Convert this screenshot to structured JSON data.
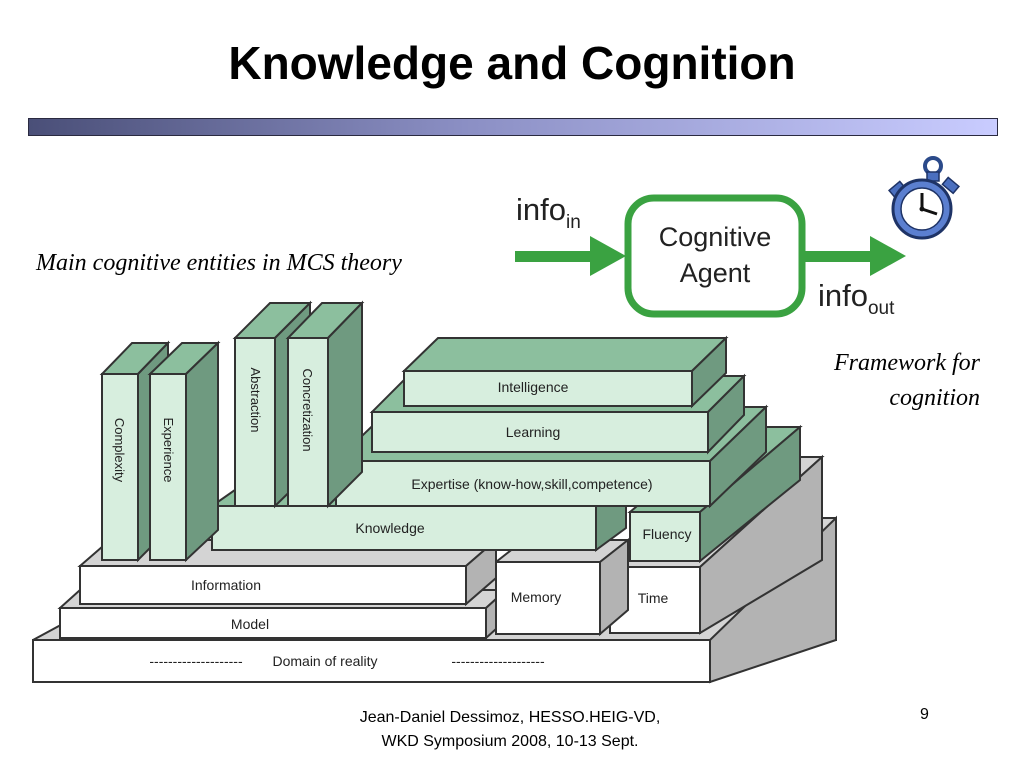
{
  "title": "Knowledge and Cognition",
  "caption_left": "Main cognitive entities in MCS theory",
  "caption_right_line1": "Framework for",
  "caption_right_line2": "cognition",
  "agent": {
    "info_in_main": "info",
    "info_in_sub": "in",
    "info_out_main": "info",
    "info_out_sub": "out",
    "label_line1": "Cognitive",
    "label_line2": "Agent",
    "accent_color": "#3aa241"
  },
  "blocks": {
    "domain_dashes_left": "--------------------",
    "domain_of_reality": "Domain of reality",
    "domain_dashes_right": "--------------------",
    "model": "Model",
    "information": "Information",
    "memory": "Memory",
    "time": "Time",
    "knowledge": "Knowledge",
    "fluency": "Fluency",
    "expertise": "Expertise (know-how,skill,competence)",
    "learning": "Learning",
    "intelligence": "Intelligence",
    "complexity": "Complexity",
    "experience": "Experience",
    "abstraction": "Abstraction",
    "concretization": "Concretization"
  },
  "colors": {
    "green_front": "#d7eede",
    "green_top": "#8cbf9e",
    "green_side": "#6f9a80",
    "gray_front": "#ffffff",
    "gray_top": "#d4d4d4",
    "gray_side": "#b3b3b3"
  },
  "footer": {
    "line1": "Jean-Daniel Dessimoz, HESSO.HEIG-VD,",
    "line2": "WKD Symposium 2008, 10-13 Sept."
  },
  "page_number": "9"
}
